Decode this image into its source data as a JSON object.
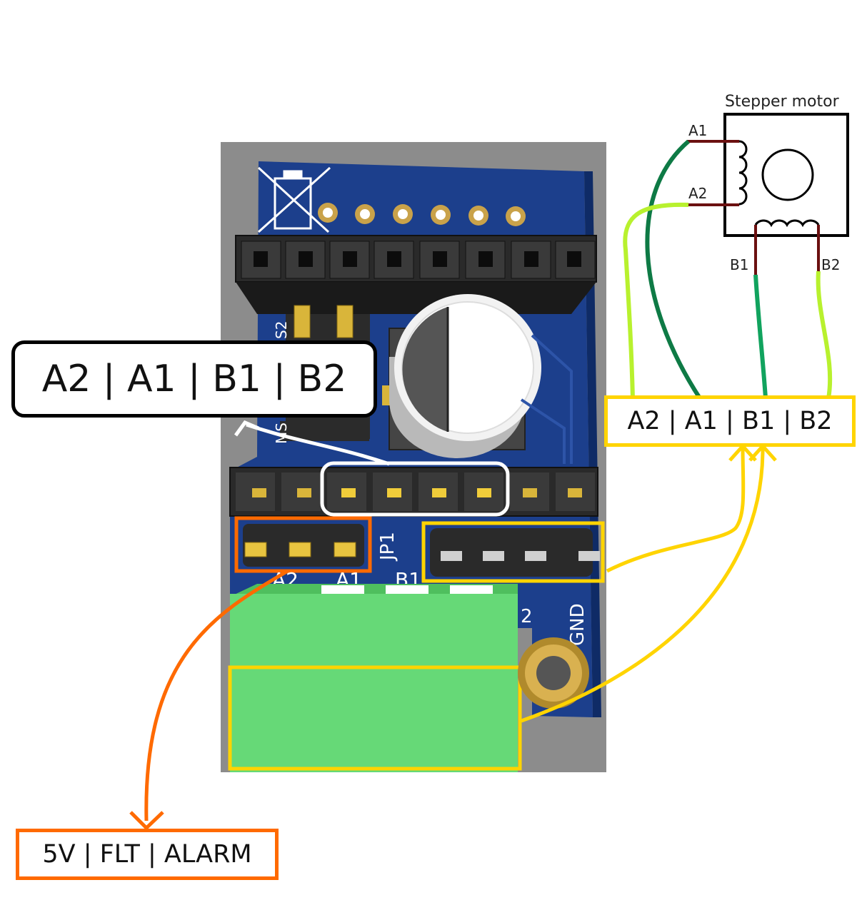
{
  "callouts": {
    "main": "A2 | A1 | B1 | B2",
    "motor_connector": "A2 | A1 | B1 | B2",
    "aux_header": "5V | FLT | ALARM"
  },
  "motor": {
    "title": "Stepper motor",
    "pins": [
      "A1",
      "A2",
      "B1",
      "B2"
    ]
  },
  "board": {
    "silk_labels": [
      "A2",
      "A1",
      "B1",
      "JP1",
      "GND",
      "2",
      "MS",
      "S2"
    ]
  },
  "colors": {
    "pcb": "#1c3f8c",
    "backdrop": "#8c8c8c",
    "terminal_block": "#66d977",
    "highlight_yellow": "#ffd400",
    "highlight_orange": "#ff6a00",
    "wire_dark_green": "#0e7a45",
    "wire_light_green": "#b8f12e",
    "wire_mid_green": "#11a35e"
  }
}
